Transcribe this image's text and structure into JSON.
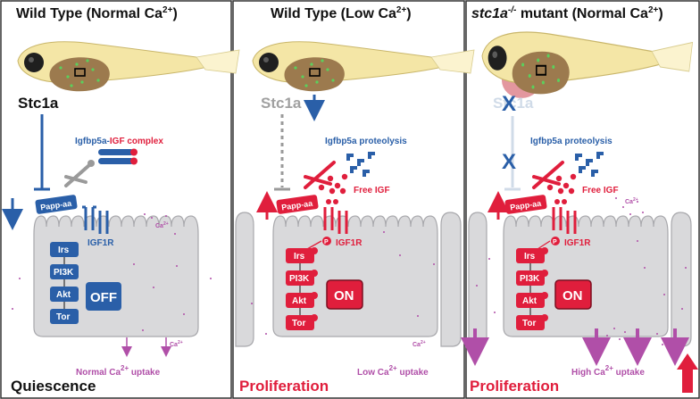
{
  "colors": {
    "blue": "#2a5fa8",
    "red": "#e01e3c",
    "pink": "#d63a6a",
    "magenta": "#b04fa8",
    "grey_cell": "#d9d9db",
    "grey_text": "#a0a0a0",
    "light_text": "#d0dbe8"
  },
  "panels": [
    {
      "title_main": "Wild Type (Normal Ca",
      "title_sup": "2+",
      "title_close": ")",
      "stc_label": "Stc1a",
      "complex_label_a": "Igfbp5a-",
      "complex_label_b": "IGF complex",
      "papp_label": "Papp-aa",
      "receptor_label": "IGF1R",
      "chain": [
        "Irs",
        "PI3K",
        "Akt",
        "Tor"
      ],
      "state": "OFF",
      "uptake_a": "Normal  Ca",
      "uptake_sup": "2+",
      "uptake_b": " uptake",
      "ion_label": "Ca",
      "ion_sup": "2+",
      "outcome": "Quiescence"
    },
    {
      "title_main": "Wild Type (Low Ca",
      "title_sup": "2+",
      "title_close": ")",
      "stc_label": "Stc1a",
      "proteolysis_label": "Igfbp5a proteolysis",
      "free_igf_label": "Free IGF",
      "papp_label": "Papp-aa",
      "receptor_label": "IGF1R",
      "phospho_label": "P",
      "chain": [
        "Irs",
        "PI3K",
        "Akt",
        "Tor"
      ],
      "state": "ON",
      "uptake_a": "Low Ca",
      "uptake_sup": "2+",
      "uptake_b": " uptake",
      "ion_label": "Ca",
      "ion_sup": "2+",
      "outcome": "Proliferation"
    },
    {
      "title_gene": "stc1a",
      "title_gene_sup": "-/-",
      "title_main": " mutant (Normal Ca",
      "title_sup": "2+",
      "title_close": ")",
      "stc_label": "Stc1a",
      "blocked_mark": "X",
      "proteolysis_label": "Igfbp5a proteolysis",
      "free_igf_label": "Free IGF",
      "papp_label": "Papp-aa",
      "receptor_label": "IGF1R",
      "phospho_label": "P",
      "chain": [
        "Irs",
        "PI3K",
        "Akt",
        "Tor"
      ],
      "state": "ON",
      "uptake_a": "High Ca",
      "uptake_sup": "2+",
      "uptake_b": " uptake",
      "ion_label": "Ca",
      "ion_sup": "2+",
      "outcome": "Proliferation"
    }
  ]
}
